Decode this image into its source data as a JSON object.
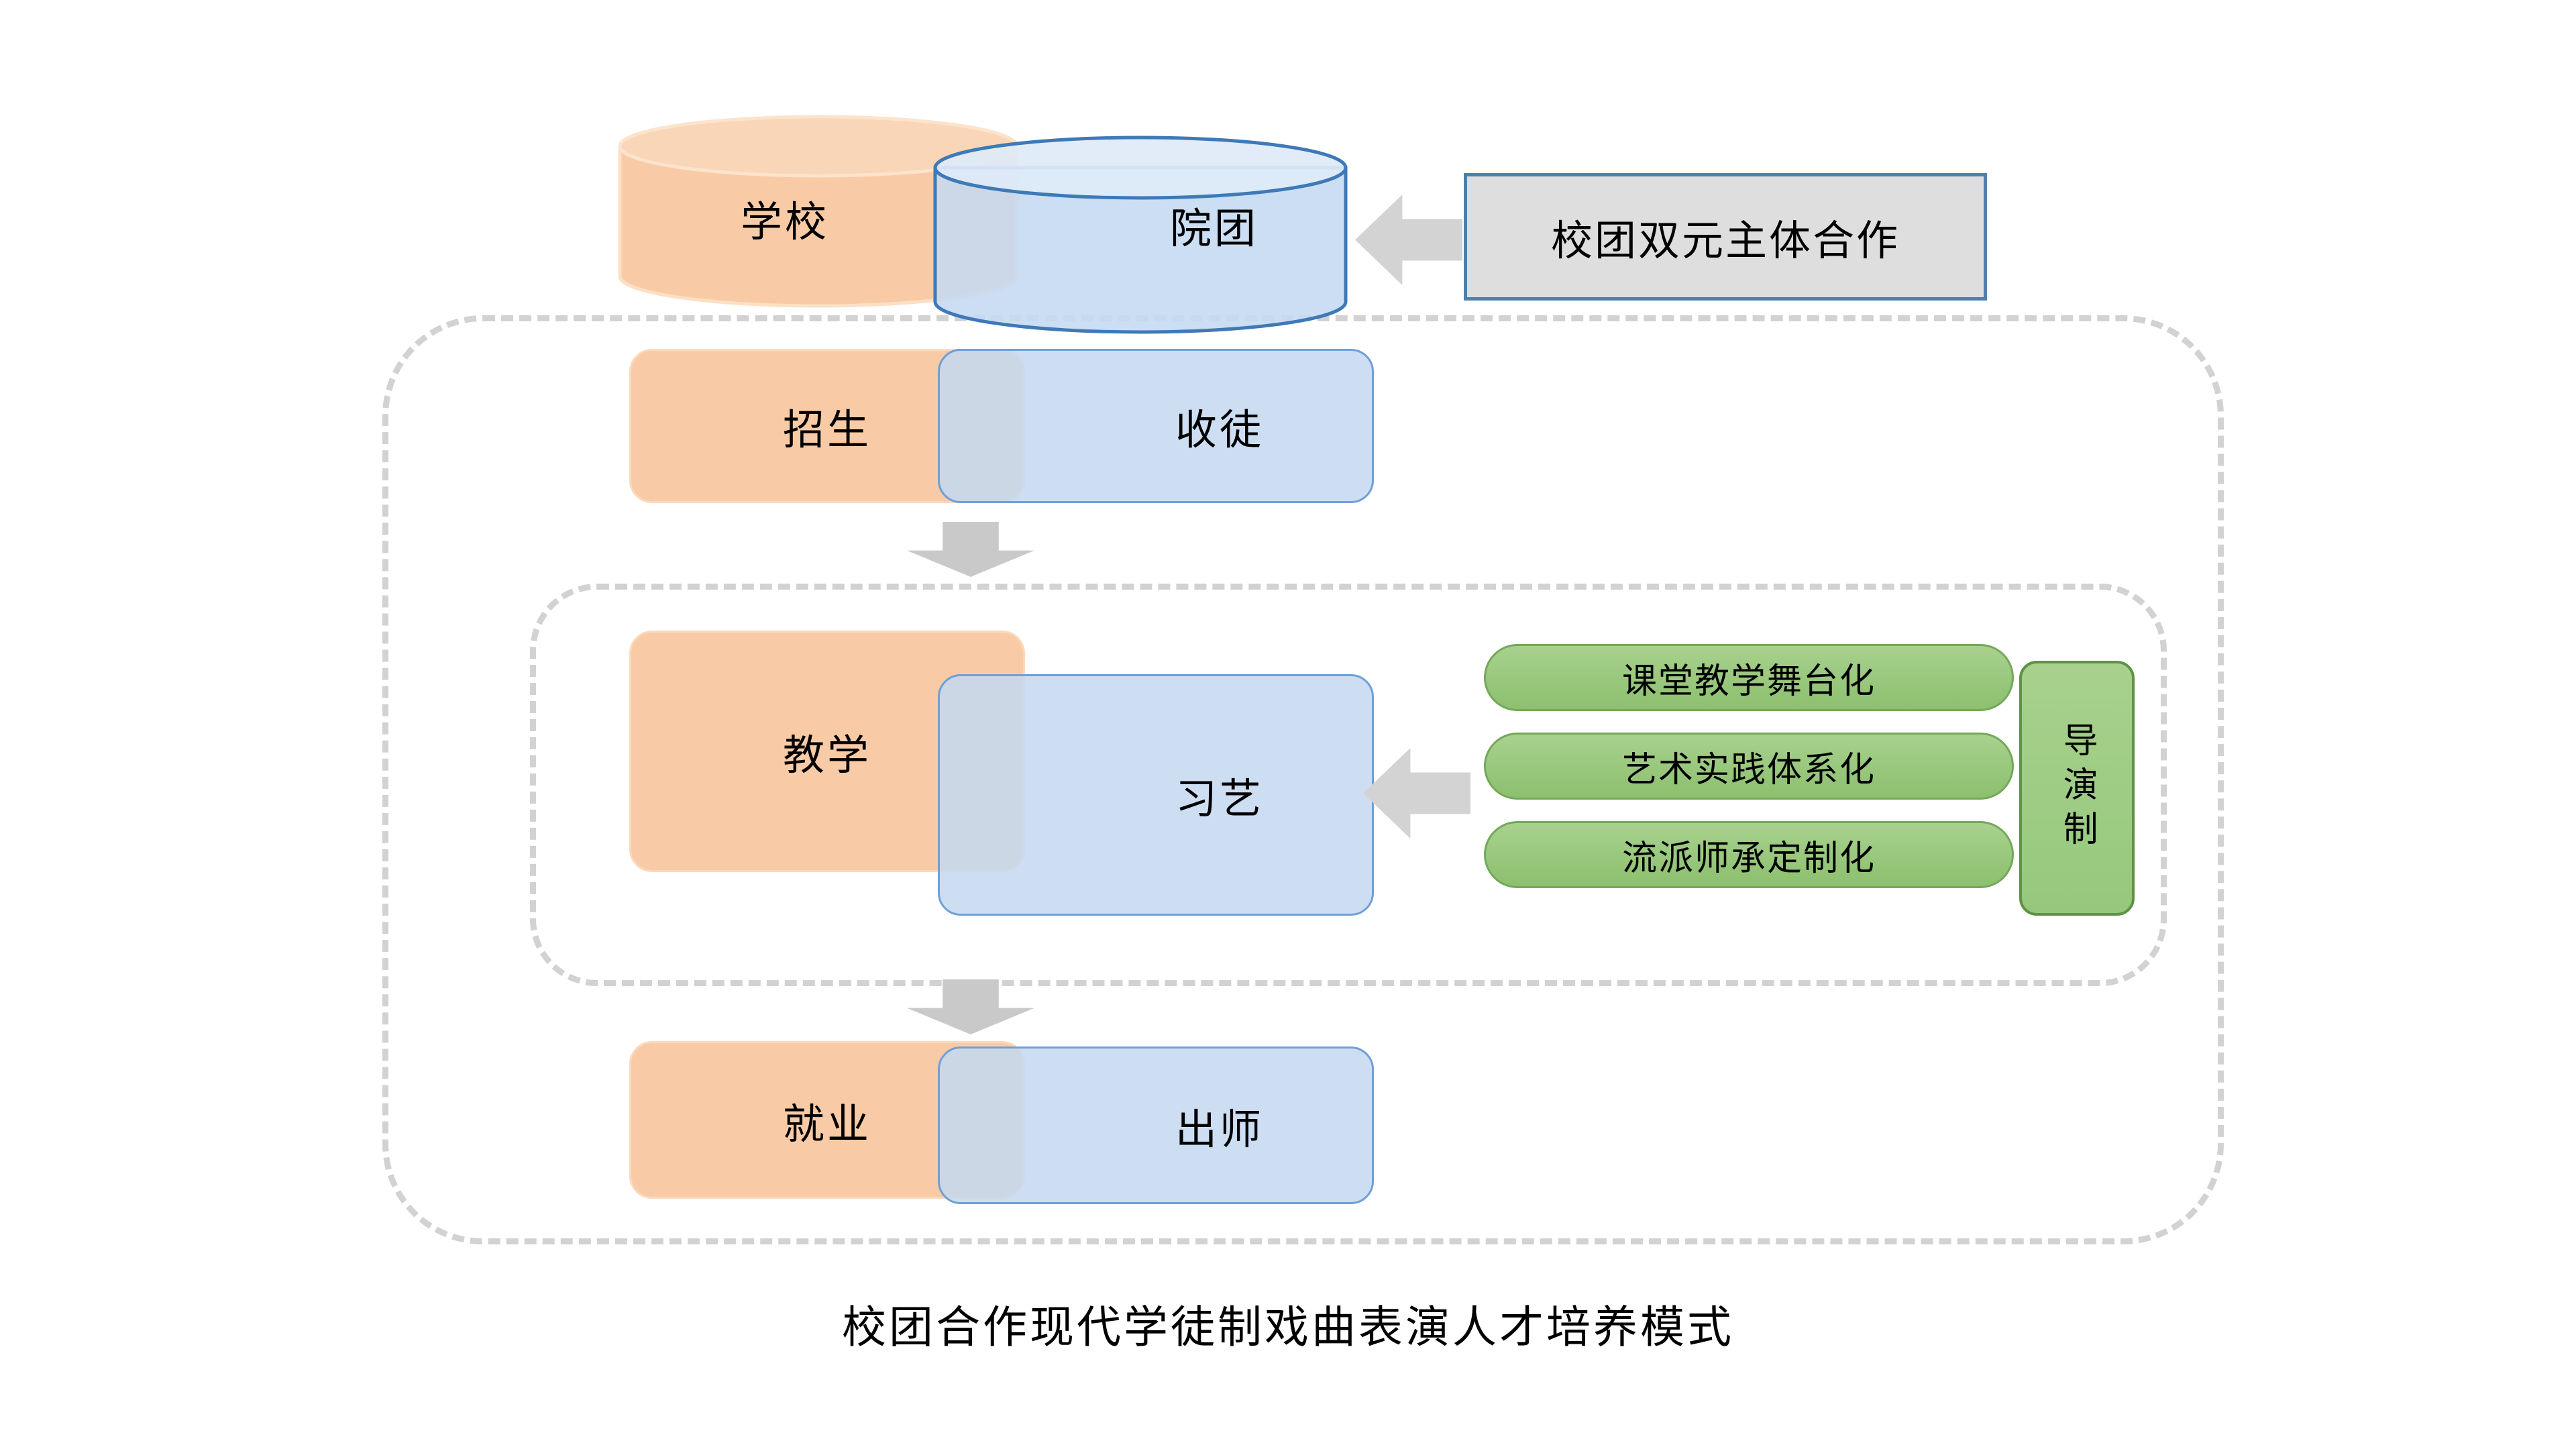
{
  "diagram": {
    "caption": "校团合作现代学徒制戏曲表演人才培养模式",
    "callout": {
      "label": "校团双元主体合作"
    },
    "cylinders": {
      "school": {
        "label": "学校"
      },
      "troupe": {
        "label": "院团"
      }
    },
    "rows": [
      {
        "school_label": "招生",
        "troupe_label": "收徒"
      },
      {
        "school_label": "教学",
        "troupe_label": "习艺"
      },
      {
        "school_label": "就业",
        "troupe_label": "出师"
      }
    ],
    "pills": [
      {
        "label": "课堂教学舞台化"
      },
      {
        "label": "艺术实践体系化"
      },
      {
        "label": "流派师承定制化"
      }
    ],
    "vertical_tag": {
      "label": "导演制"
    },
    "colors": {
      "school_fill": "#f8cba6",
      "school_stroke": "#fbd9bb",
      "troupe_fill": "#c5d9f1",
      "troupe_stroke": "#6f9fd8",
      "overlap_fill": "#c5d1de",
      "green_fill": "#91c373",
      "green_stroke": "#74a85a",
      "vertical_green_stroke": "#5f9246",
      "arrow_fill": "#c9c9c9",
      "callout_fill": "#dedede",
      "callout_stroke": "#4f7fab",
      "dashed_stroke": "#d2d2d2"
    }
  }
}
